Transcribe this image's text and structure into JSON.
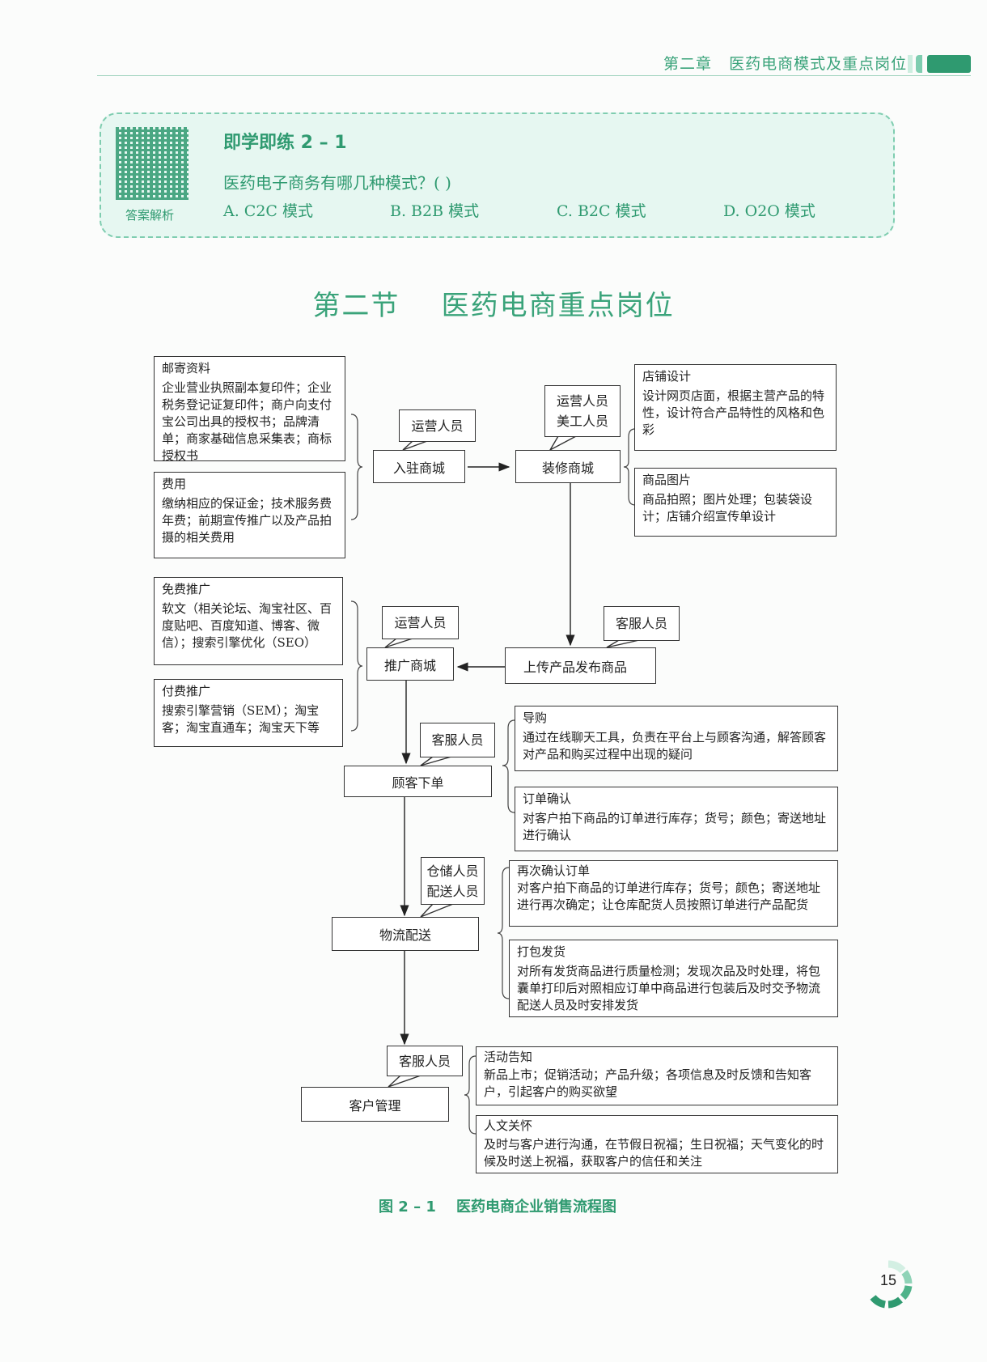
{
  "header": {
    "chapter": "第二章",
    "title": "医药电商模式及重点岗位",
    "accent": "#2f9a70"
  },
  "quiz": {
    "qr_label": "答案解析",
    "title": "即学即练 2 – 1",
    "question": "医药电子商务有哪几种模式？(    )",
    "options": [
      "A.  C2C 模式",
      "B.  B2B 模式",
      "C.  B2C 模式",
      "D.  O2O 模式"
    ]
  },
  "section_title": "第二节    医药电商重点岗位",
  "diagram": {
    "mail": {
      "title": "邮寄资料",
      "body": "企业营业执照副本复印件；企业税务登记证复印件；商户向支付宝公司出具的授权书；品牌清单；商家基础信息采集表；商标授权书"
    },
    "fee": {
      "title": "费用",
      "body": "缴纳相应的保证金；技术服务费年费；前期宣传推广以及产品拍摄的相关费用"
    },
    "enter": "入驻商城",
    "enter_role": "运营人员",
    "decorate": "装修商城",
    "decorate_roles": [
      "运营人员",
      "美工人员"
    ],
    "shop_design": {
      "title": "店铺设计",
      "body": "设计网页店面，根据主营产品的特性，设计符合产品特性的风格和色彩"
    },
    "product_pics": {
      "title": "商品图片",
      "body": "商品拍照；图片处理；包装袋设计；店铺介绍宣传单设计"
    },
    "upload": "上传产品发布商品",
    "upload_role": "客服人员",
    "promote": "推广商城",
    "promote_role": "运营人员",
    "free_promo": {
      "title": "免费推广",
      "body": "软文（相关论坛、淘宝社区、百度贴吧、百度知道、博客、微信）；搜索引擎优化（SEO）"
    },
    "paid_promo": {
      "title": "付费推广",
      "body": "搜索引擎营销（SEM）；淘宝客；淘宝直通车；淘宝天下等"
    },
    "order": "顾客下单",
    "order_role": "客服人员",
    "guide": {
      "title": "导购",
      "body": "通过在线聊天工具，负责在平台上与顾客沟通，解答顾客对产品和购买过程中出现的疑问"
    },
    "confirm": {
      "title": "订单确认",
      "body": "对客户拍下商品的订单进行库存；货号；颜色；寄送地址进行确认"
    },
    "logistics": "物流配送",
    "logistics_roles": [
      "仓储人员",
      "配送人员"
    ],
    "reconfirm": {
      "title": "再次确认订单",
      "body": "对客户拍下商品的订单进行库存；货号；颜色；寄送地址进行再次确定；让仓库配货人员按照订单进行产品配货"
    },
    "pack": {
      "title": "打包发货",
      "body": "对所有发货商品进行质量检测；发现次品及时处理，将包囊单打印后对照相应订单中商品进行包装后及时交予物流配送人员及时安排发货"
    },
    "crm": "客户管理",
    "crm_role": "客服人员",
    "notice": {
      "title": "活动告知",
      "body": "新品上市；促销活动；产品升级；各项信息及时反馈和告知客户，引起客户的购买欲望"
    },
    "care": {
      "title": "人文关怀",
      "body": "及时与客户进行沟通，在节假日祝福；生日祝福；天气变化的时候及时送上祝福，获取客户的信任和关注"
    }
  },
  "caption": "图 2 – 1    医药电商企业销售流程图",
  "page_number": "15"
}
